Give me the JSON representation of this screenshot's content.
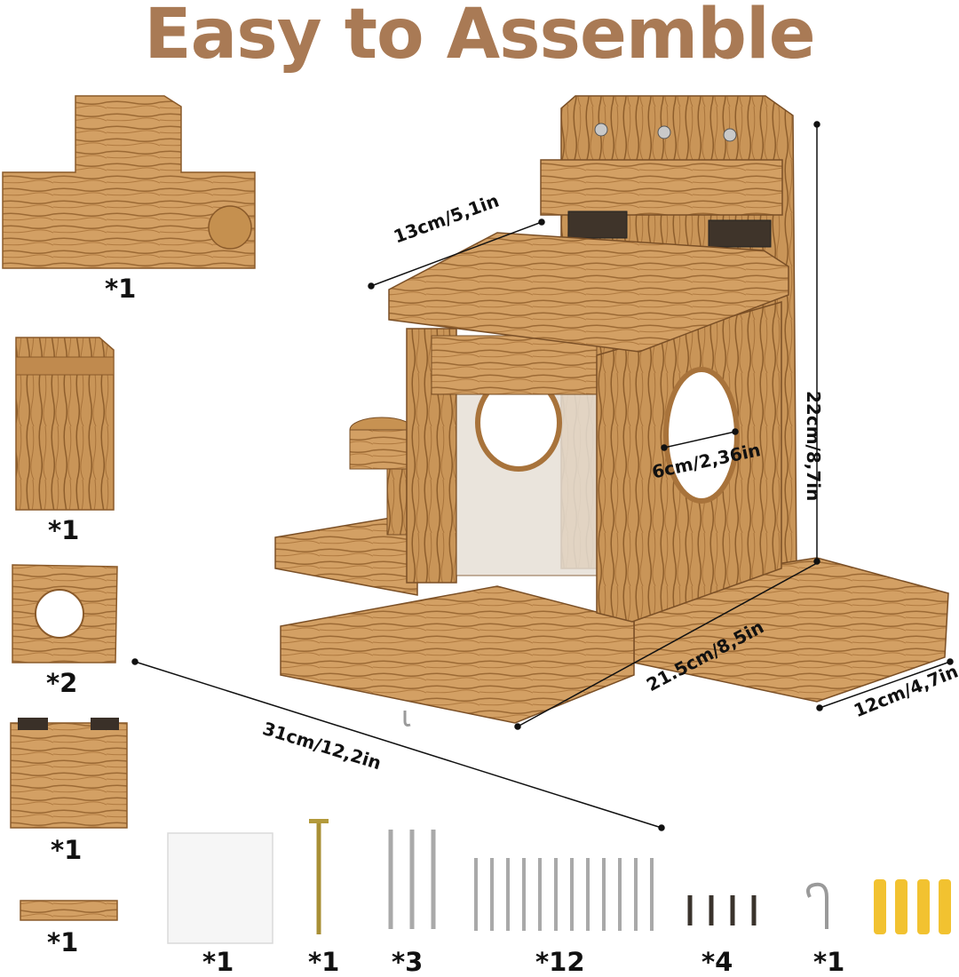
{
  "title": "Easy to Assemble",
  "colors": {
    "title": "#a97a55",
    "wood_light": "#d9a86c",
    "wood_mid": "#b9854c",
    "wood_dark": "#7a4f26",
    "anchor": "#f2c230"
  },
  "panels": [
    {
      "id": "roof-back-panel",
      "qty": "*1"
    },
    {
      "id": "side-panel",
      "qty": "*1"
    },
    {
      "id": "hole-panel",
      "qty": "*2"
    },
    {
      "id": "lid-with-hinges",
      "qty": "*1"
    },
    {
      "id": "strip",
      "qty": "*1"
    }
  ],
  "hardware": [
    {
      "id": "acrylic-sheet",
      "qty": "*1"
    },
    {
      "id": "long-screw",
      "qty": "*1"
    },
    {
      "id": "medium-screws",
      "qty": "*3"
    },
    {
      "id": "short-screws",
      "qty": "*12"
    },
    {
      "id": "tiny-screws",
      "qty": "*4"
    },
    {
      "id": "cup-hook",
      "qty": "*1"
    }
  ],
  "dimensions": {
    "lid_width": "13cm/5,1in",
    "height": "22cm/8,7in",
    "hole_diameter": "6cm/2,36in",
    "base_width": "21.5cm/8,5in",
    "base_depth": "12cm/4,7in",
    "total_length": "31cm/12,2in"
  }
}
